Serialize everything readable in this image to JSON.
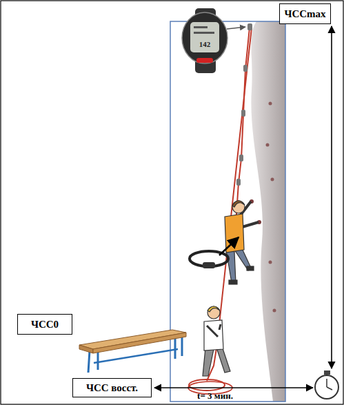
{
  "diagram": {
    "nodes": [
      {
        "text": [
          "ЧССmax"
        ]
      },
      {
        "text": [
          "ЧСС0"
        ]
      },
      {
        "text": [
          "ЧСС восст."
        ]
      }
    ],
    "labels": [
      "142",
      "t= 3 мин."
    ]
  }
}
